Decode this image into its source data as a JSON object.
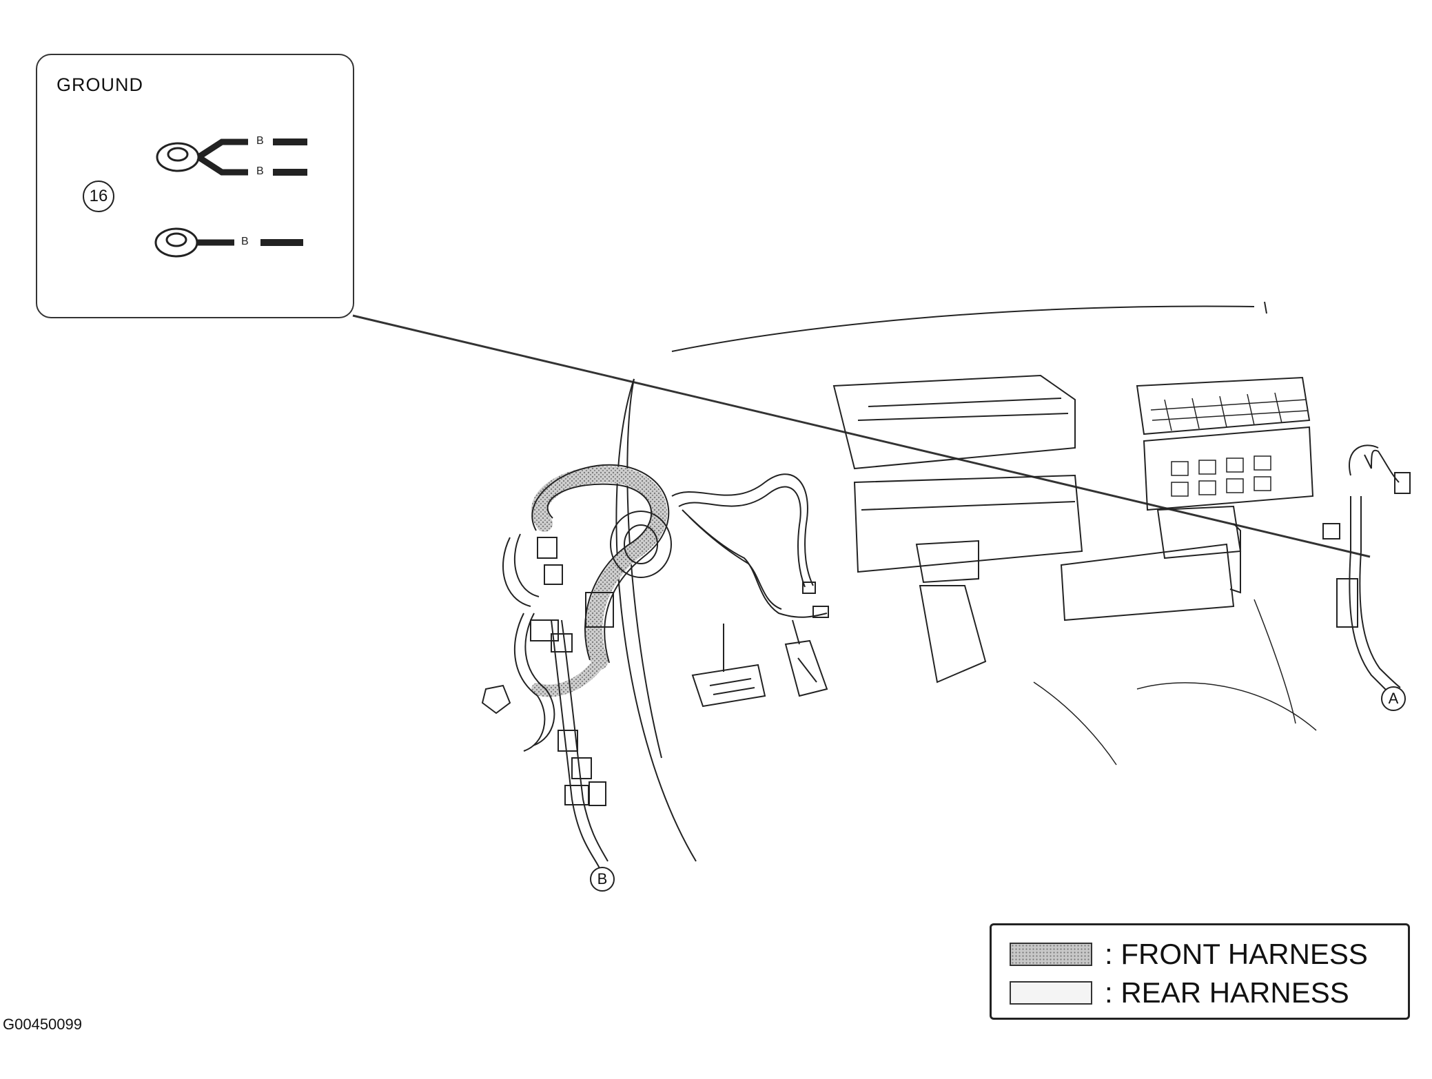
{
  "ground_callout": {
    "title": "GROUND",
    "number": "16",
    "wire_labels": [
      "B",
      "B",
      "B"
    ]
  },
  "connector_labels": {
    "a": "A",
    "b": "B"
  },
  "legend": {
    "items": [
      {
        "label": ": FRONT HARNESS",
        "swatch": "#a8a8a8"
      },
      {
        "label": ": REAR HARNESS",
        "swatch": "#f2f2f2"
      }
    ]
  },
  "figure_code": "G00450099",
  "colors": {
    "line": "#222222",
    "front_harness": "#a8a8a8",
    "rear_harness": "#f2f2f2"
  }
}
